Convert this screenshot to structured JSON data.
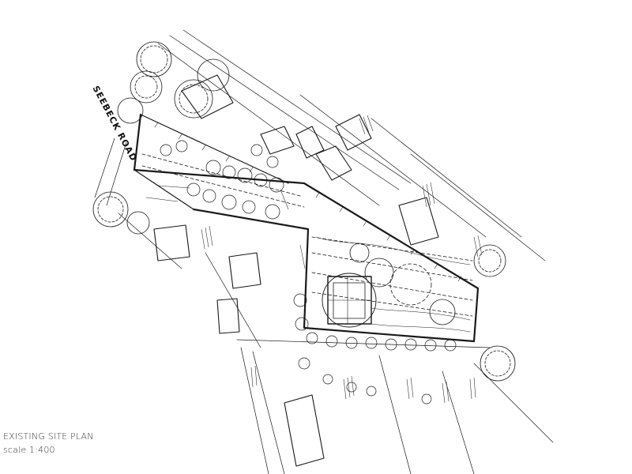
{
  "drawing": {
    "title": "EXISTING SITE PLAN",
    "scale": "scale 1:400",
    "road_name": "SEEBECK ROAD"
  }
}
